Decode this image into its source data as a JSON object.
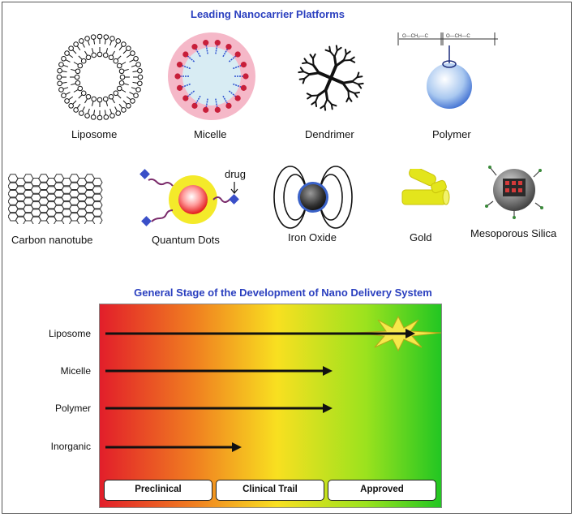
{
  "top_title": "Leading Nanocarrier Platforms",
  "platforms": {
    "liposome": "Liposome",
    "micelle": "Micelle",
    "dendrimer": "Dendrimer",
    "polymer": "Polymer",
    "carbon_nanotube": "Carbon nanotube",
    "quantum_dots": "Quantum Dots",
    "drug_label": "drug",
    "iron_oxide": "Iron Oxide",
    "gold": "Gold",
    "mesoporous_silica": "Mesoporous Silica"
  },
  "stage_title": "General Stage of the Development of Nano Delivery System",
  "stage_rows": [
    {
      "label": "Liposome",
      "stage_reached": "Approved"
    },
    {
      "label": "Micelle",
      "stage_reached": "Clinical Trail"
    },
    {
      "label": "Polymer",
      "stage_reached": "Clinical Trail"
    },
    {
      "label": "Inorganic",
      "stage_reached": "Clinical Trail"
    }
  ],
  "stages": [
    "Preclinical",
    "Clinical Trail",
    "Approved"
  ],
  "colors": {
    "title_blue": "#2a3fbf",
    "gradient_start": "#e8202a",
    "gradient_mid": "#f7e01a",
    "gradient_end": "#22cc22"
  }
}
